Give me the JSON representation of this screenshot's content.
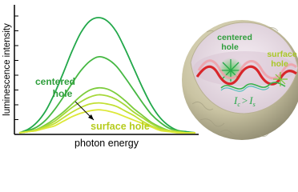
{
  "chart_data": {
    "type": "line",
    "xlabel": "photon energy",
    "ylabel": "luminescence intensity",
    "x": [
      0,
      0.05,
      0.1,
      0.15,
      0.2,
      0.25,
      0.3,
      0.35,
      0.4,
      0.45,
      0.5,
      0.55,
      0.6,
      0.65,
      0.7,
      0.75,
      0.8,
      0.85,
      0.9,
      0.95,
      1
    ],
    "ylim": [
      0,
      1
    ],
    "grid": false,
    "legend": "none",
    "series": [
      {
        "color": "#22a84a",
        "values": [
          0.0,
          0.03,
          0.09,
          0.19,
          0.34,
          0.52,
          0.71,
          0.87,
          0.97,
          1.0,
          0.97,
          0.88,
          0.73,
          0.56,
          0.39,
          0.24,
          0.13,
          0.06,
          0.02,
          0.01,
          0.0
        ]
      },
      {
        "color": "#46b843",
        "values": [
          0.0,
          0.02,
          0.05,
          0.11,
          0.2,
          0.31,
          0.43,
          0.54,
          0.62,
          0.66,
          0.64,
          0.58,
          0.48,
          0.37,
          0.26,
          0.16,
          0.09,
          0.04,
          0.02,
          0.0,
          0.0
        ]
      },
      {
        "color": "#7ccc3c",
        "values": [
          0.0,
          0.01,
          0.03,
          0.07,
          0.12,
          0.18,
          0.25,
          0.32,
          0.37,
          0.39,
          0.38,
          0.34,
          0.28,
          0.21,
          0.15,
          0.09,
          0.05,
          0.02,
          0.01,
          0.0,
          0.0
        ]
      },
      {
        "color": "#a6d83a",
        "values": [
          0.0,
          0.01,
          0.03,
          0.06,
          0.1,
          0.16,
          0.22,
          0.27,
          0.31,
          0.33,
          0.32,
          0.29,
          0.24,
          0.18,
          0.13,
          0.08,
          0.04,
          0.02,
          0.01,
          0.0,
          0.0
        ]
      },
      {
        "color": "#c2e034",
        "values": [
          0.0,
          0.01,
          0.02,
          0.05,
          0.08,
          0.13,
          0.18,
          0.22,
          0.25,
          0.26,
          0.25,
          0.23,
          0.19,
          0.15,
          0.1,
          0.06,
          0.03,
          0.02,
          0.01,
          0.0,
          0.0
        ]
      },
      {
        "color": "#dde838",
        "values": [
          0.0,
          0.01,
          0.02,
          0.04,
          0.06,
          0.1,
          0.14,
          0.17,
          0.19,
          0.2,
          0.19,
          0.17,
          0.14,
          0.11,
          0.08,
          0.05,
          0.02,
          0.01,
          0.0,
          0.0,
          0.0
        ]
      }
    ],
    "annotations": {
      "centered_hole": [
        "centered",
        "hole"
      ],
      "surface_hole": "surface hole"
    }
  },
  "inset": {
    "centered_label": [
      "centered",
      "hole"
    ],
    "surface_label": [
      "surface",
      "hole"
    ],
    "relation": {
      "left": "I",
      "left_sub": "c",
      "op": ">",
      "right": "I",
      "right_sub": "s"
    },
    "colors": {
      "sphere_shell": "#c9c3a2",
      "sphere_dark": "#8f8a70",
      "inner": "#e8dde6",
      "wave_red": "#d8262a",
      "wave_pink": "#f0a0a8",
      "green": "#27a84a",
      "cyan": "#2bb5b0"
    }
  }
}
